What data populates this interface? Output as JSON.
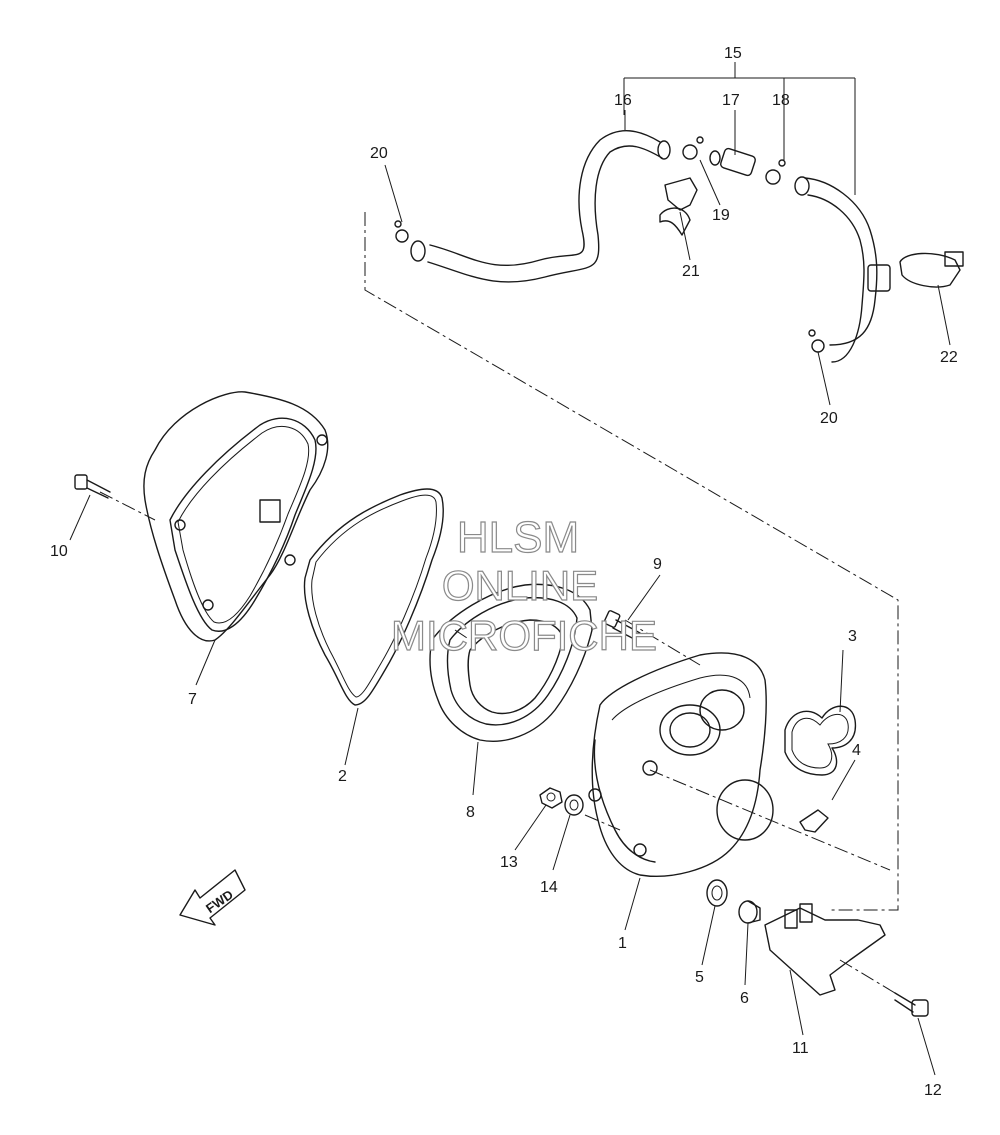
{
  "callouts": {
    "c1": "1",
    "c2": "2",
    "c3": "3",
    "c4": "4",
    "c5": "5",
    "c6": "6",
    "c7": "7",
    "c8": "8",
    "c9": "9",
    "c10": "10",
    "c11": "11",
    "c12": "12",
    "c13": "13",
    "c14": "14",
    "c15": "15",
    "c16": "16",
    "c17": "17",
    "c18": "18",
    "c19": "19",
    "c20a": "20",
    "c20b": "20",
    "c21": "21",
    "c22": "22"
  },
  "watermark": {
    "line1": "HLSM",
    "line2": "ONLINE",
    "line3": "MICROFICHE"
  },
  "fwd_label": "FWD"
}
